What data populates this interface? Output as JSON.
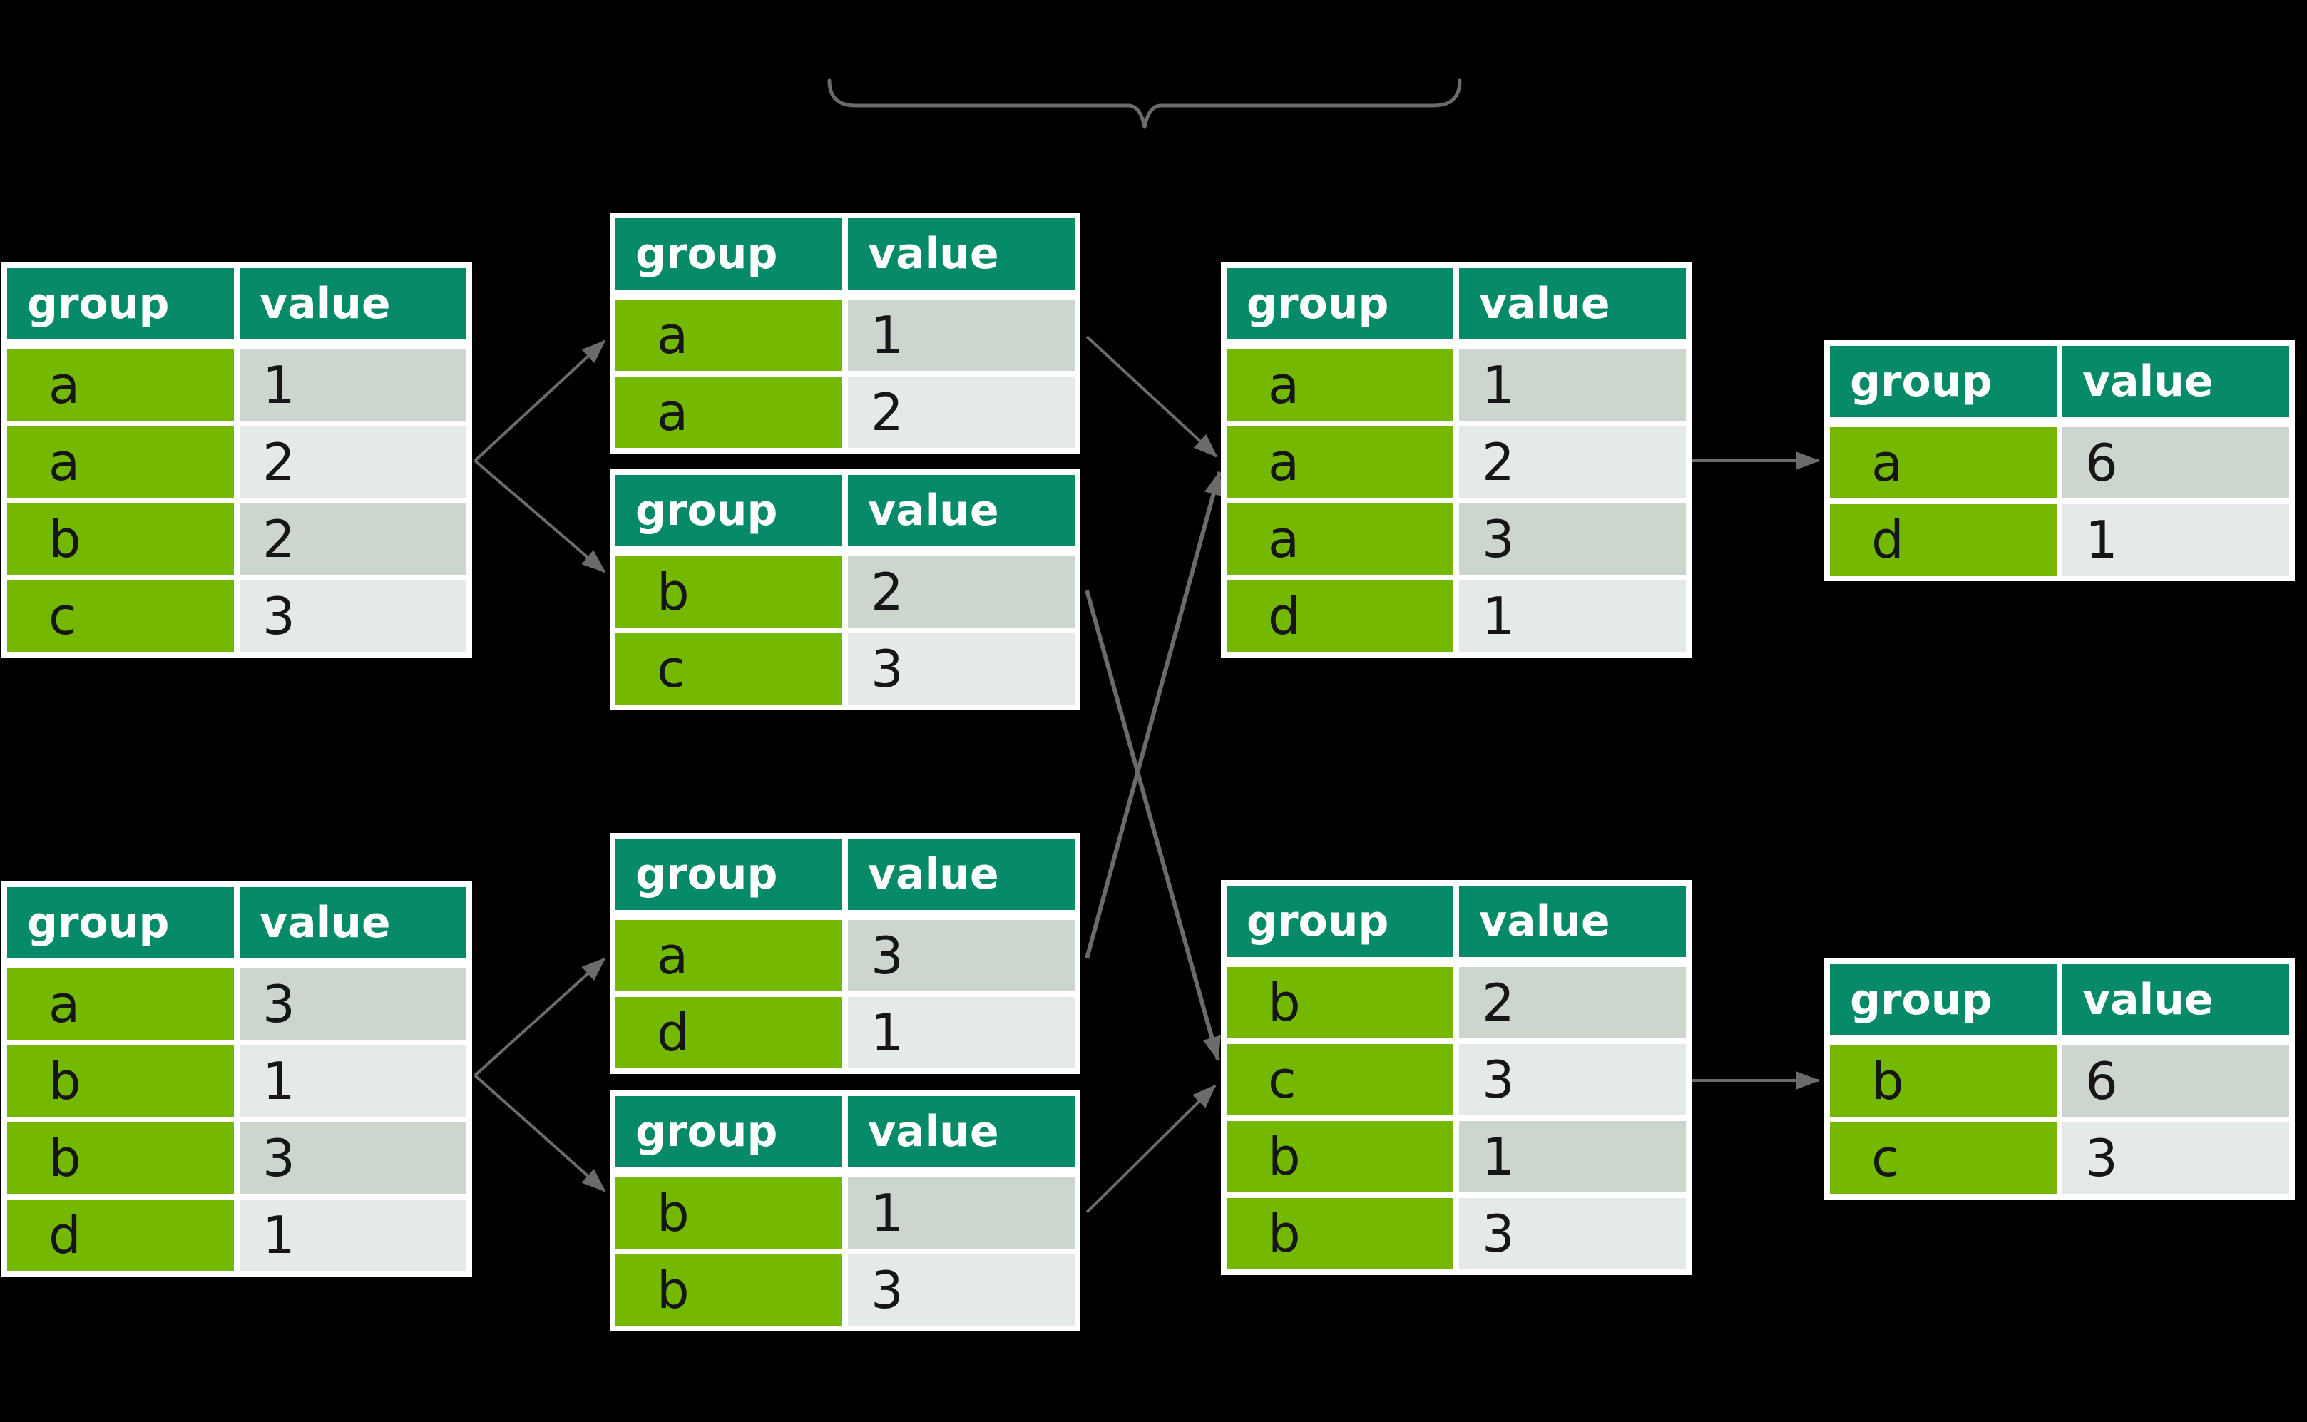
{
  "colors": {
    "teal": "#078a68",
    "green": "#75b802",
    "grayDark": "#ccd6cf",
    "grayLight": "#e5eae7",
    "ink": "#161616",
    "arrow": "#6b6b6b",
    "table_border": "#ffffff",
    "background": "#000000"
  },
  "columns": [
    "group",
    "value"
  ],
  "tables": [
    {
      "id": "source-top",
      "rows": [
        [
          "a",
          "1"
        ],
        [
          "a",
          "2"
        ],
        [
          "b",
          "2"
        ],
        [
          "c",
          "3"
        ]
      ]
    },
    {
      "id": "split-top-1",
      "rows": [
        [
          "a",
          "1"
        ],
        [
          "a",
          "2"
        ]
      ]
    },
    {
      "id": "split-top-2",
      "rows": [
        [
          "b",
          "2"
        ],
        [
          "c",
          "3"
        ]
      ]
    },
    {
      "id": "source-bottom",
      "rows": [
        [
          "a",
          "3"
        ],
        [
          "b",
          "1"
        ],
        [
          "b",
          "3"
        ],
        [
          "d",
          "1"
        ]
      ]
    },
    {
      "id": "split-bottom-1",
      "rows": [
        [
          "a",
          "3"
        ],
        [
          "d",
          "1"
        ]
      ]
    },
    {
      "id": "split-bottom-2",
      "rows": [
        [
          "b",
          "1"
        ],
        [
          "b",
          "3"
        ]
      ]
    },
    {
      "id": "combined-top",
      "rows": [
        [
          "a",
          "1"
        ],
        [
          "a",
          "2"
        ],
        [
          "a",
          "3"
        ],
        [
          "d",
          "1"
        ]
      ]
    },
    {
      "id": "combined-bottom",
      "rows": [
        [
          "b",
          "2"
        ],
        [
          "c",
          "3"
        ],
        [
          "b",
          "1"
        ],
        [
          "b",
          "3"
        ]
      ]
    },
    {
      "id": "summary-top",
      "rows": [
        [
          "a",
          "6"
        ],
        [
          "d",
          "1"
        ]
      ]
    },
    {
      "id": "summary-bottom",
      "rows": [
        [
          "b",
          "6"
        ],
        [
          "c",
          "3"
        ]
      ]
    }
  ]
}
